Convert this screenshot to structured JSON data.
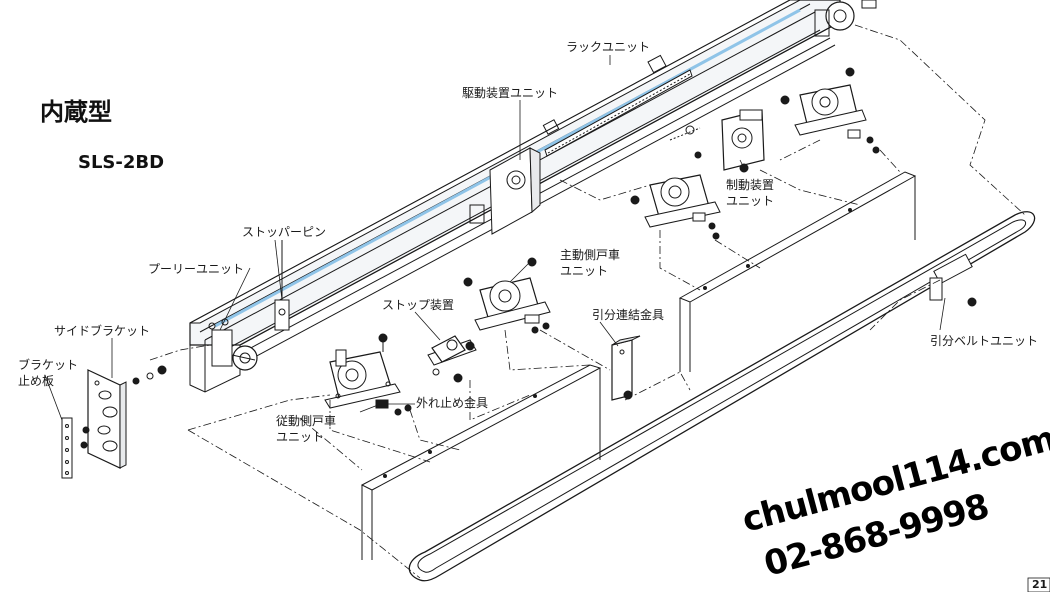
{
  "title": {
    "type": "内蔵型",
    "model": "SLS-2BD"
  },
  "labels": {
    "rack_unit": "ラックユニット",
    "drive_unit": "駆動装置ユニット",
    "stopper_pin": "ストッパーピン",
    "pulley_unit": "プーリーユニット",
    "side_bracket": "サイドブラケット",
    "bracket_plate_1": "ブラケット",
    "bracket_plate_2": "止め板",
    "stop_device": "ストップ装置",
    "main_roller_1": "主動側戸車",
    "main_roller_2": "ユニット",
    "driven_roller_1": "従動側戸車",
    "driven_roller_2": "ユニット",
    "anti_derail": "外れ止め金具",
    "pull_connector": "引分連結金具",
    "brake_unit_1": "制動装置",
    "brake_unit_2": "ユニット",
    "belt_unit": "引分ベルトユニット"
  },
  "watermark": {
    "site": "chulmool114.com",
    "phone": "02-868-9998"
  },
  "page_number": "21",
  "colors": {
    "line": "#1a1a1a",
    "rail_fill": "#f4f6f8",
    "rail_highlight": "#8fc4e8",
    "watermark": "#000000"
  }
}
